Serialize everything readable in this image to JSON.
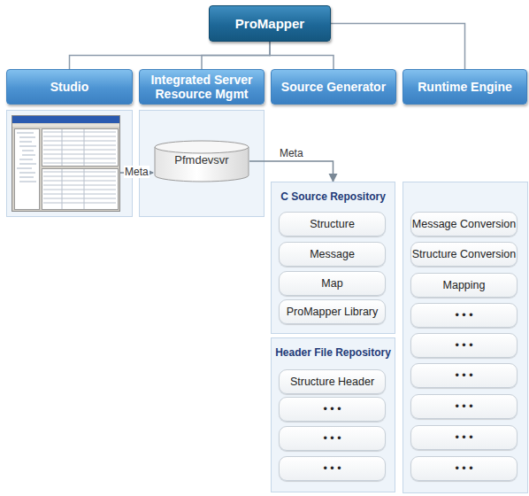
{
  "diagram": {
    "nodes": [
      {
        "text": [
          "ProMapper"
        ]
      },
      {
        "text": [
          "Studio"
        ]
      },
      {
        "text": [
          "Integrated Server Resource Mgmt"
        ]
      },
      {
        "text": [
          "Source Generator"
        ]
      },
      {
        "text": [
          "Runtime Engine"
        ]
      },
      {
        "text": [
          "Pfmdevsvr"
        ]
      },
      {
        "text": [
          "C Source Repository"
        ]
      },
      {
        "text": [
          "Structure"
        ],
        "in": 6
      },
      {
        "text": [
          "Message"
        ],
        "in": 6
      },
      {
        "text": [
          "Map"
        ],
        "in": 6
      },
      {
        "text": [
          "ProMapper Library"
        ],
        "in": 6
      },
      {
        "text": [
          "Header File Repository"
        ]
      },
      {
        "text": [
          "Structure Header"
        ],
        "in": 11
      },
      {
        "text": [
          "• • •"
        ],
        "in": 11
      },
      {
        "text": [
          "• • •"
        ],
        "in": 11
      },
      {
        "text": [
          "• • •"
        ],
        "in": 11
      },
      {
        "text": [
          "Message Conversion"
        ]
      },
      {
        "text": [
          "Structure Conversion"
        ]
      },
      {
        "text": [
          "Mapping"
        ]
      },
      {
        "text": [
          "• • •"
        ]
      },
      {
        "text": [
          "• • •"
        ]
      },
      {
        "text": [
          "• • •"
        ]
      },
      {
        "text": [
          "• • •"
        ]
      },
      {
        "text": [
          "• • •"
        ]
      },
      {
        "text": [
          "• • •"
        ]
      }
    ],
    "edges": [
      {
        "from": 0,
        "to": 1,
        "arrow": "none"
      },
      {
        "from": 0,
        "to": 2,
        "arrow": "none"
      },
      {
        "from": 0,
        "to": 3,
        "arrow": "none"
      },
      {
        "from": 0,
        "to": 4,
        "arrow": "none"
      },
      {
        "from": 5,
        "to": 6,
        "label": "Meta",
        "arrow": "to"
      }
    ],
    "labels": [
      "Meta"
    ]
  }
}
